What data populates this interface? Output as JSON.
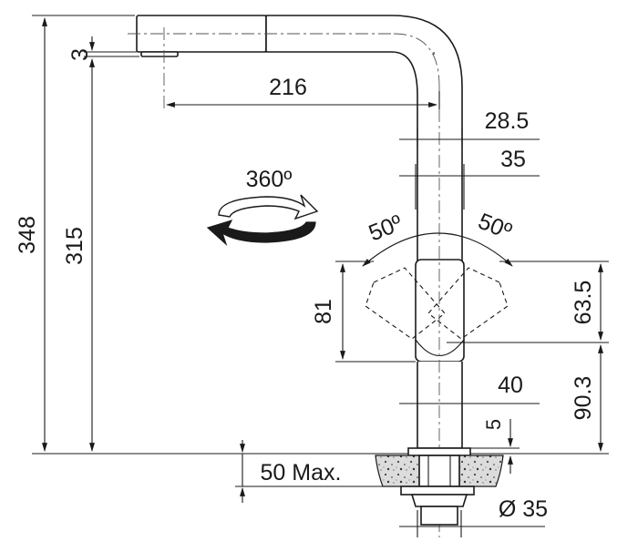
{
  "drawing": {
    "dimensions": {
      "total_height": "348",
      "spout_height": "315",
      "spout_offset": "3",
      "reach": "216",
      "spout_width": "28.5",
      "body_width": "35",
      "rotation": "360º",
      "handle_angle_left": "50º",
      "handle_angle_right": "50º",
      "handle_height": "81",
      "handle_upper": "63.5",
      "base_width": "40",
      "handle_lower": "90.3",
      "base_plate": "5",
      "countertop": "50 Max.",
      "shank_diameter": "Ø 35"
    },
    "colors": {
      "line": "#1a1a1a",
      "granite": "#d9d9d9"
    }
  }
}
